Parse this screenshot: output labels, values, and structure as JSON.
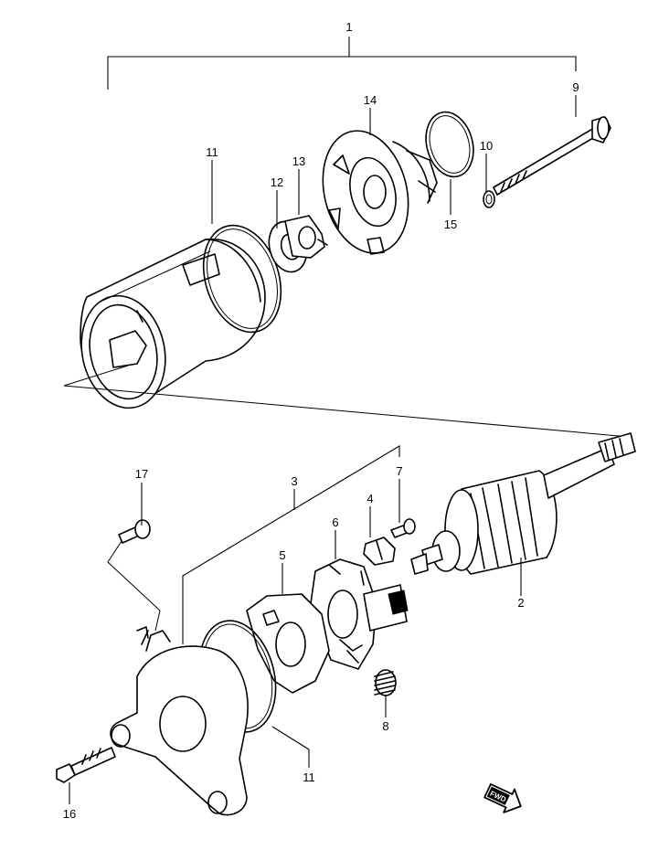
{
  "callouts": [
    {
      "id": "c1",
      "label": "1"
    },
    {
      "id": "c2",
      "label": "2"
    },
    {
      "id": "c3",
      "label": "3"
    },
    {
      "id": "c4",
      "label": "4"
    },
    {
      "id": "c5",
      "label": "5"
    },
    {
      "id": "c6",
      "label": "6"
    },
    {
      "id": "c7",
      "label": "7"
    },
    {
      "id": "c8",
      "label": "8"
    },
    {
      "id": "c9",
      "label": "9"
    },
    {
      "id": "c10",
      "label": "10"
    },
    {
      "id": "c11a",
      "label": "11"
    },
    {
      "id": "c11b",
      "label": "11"
    },
    {
      "id": "c12",
      "label": "12"
    },
    {
      "id": "c13",
      "label": "13"
    },
    {
      "id": "c14",
      "label": "14"
    },
    {
      "id": "c15",
      "label": "15"
    },
    {
      "id": "c16",
      "label": "16"
    },
    {
      "id": "c17",
      "label": "17"
    }
  ],
  "fwd_mark": "FWD",
  "colors": {
    "ink": "#000000",
    "paper": "#ffffff"
  }
}
